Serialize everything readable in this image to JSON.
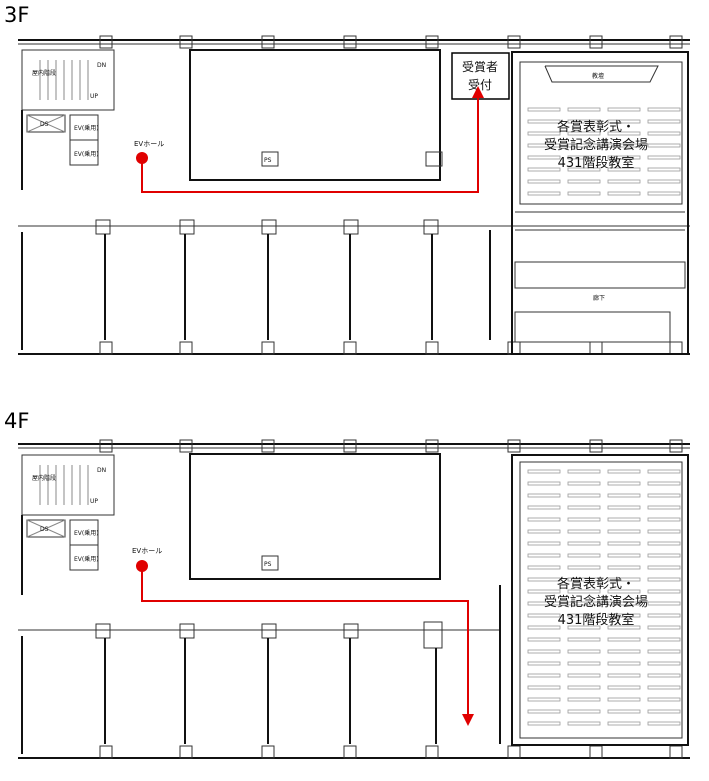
{
  "floors": [
    {
      "label": "3F",
      "ev_hall": "EVホール",
      "stairs": "屋内階段",
      "dn": "DN",
      "up": "UP",
      "ds": "DS",
      "ev": "EV(乗用)",
      "ps": "PS",
      "podium": "教壇",
      "corridor": "廊下",
      "reception": [
        "受賞者",
        "受付"
      ],
      "venue": [
        "各賞表彰式・",
        "受賞記念講演会場",
        "431階段教室"
      ]
    },
    {
      "label": "4F",
      "ev_hall": "EVホール",
      "stairs": "屋内階段",
      "dn": "DN",
      "up": "UP",
      "ds": "DS",
      "ev": "EV(乗用)",
      "ps": "PS",
      "venue": [
        "各賞表彰式・",
        "受賞記念講演会場",
        "431階段教室"
      ]
    }
  ],
  "colors": {
    "route": "#e00000",
    "wall": "#111111"
  }
}
